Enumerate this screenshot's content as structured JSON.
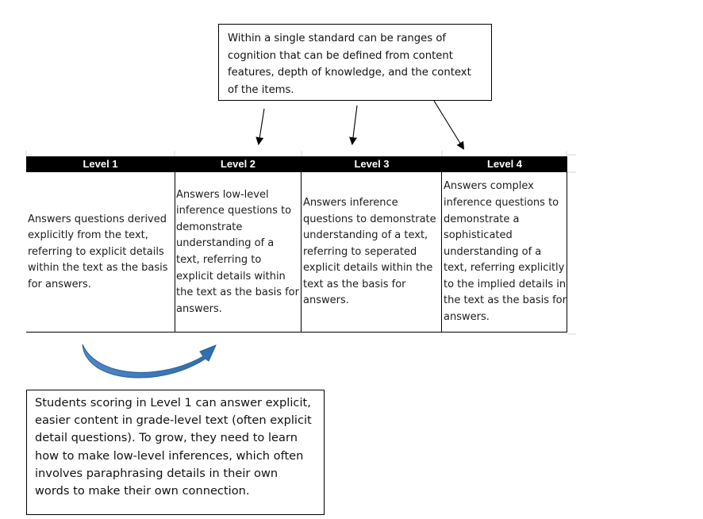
{
  "callouts": {
    "top": "Within a single standard can be ranges of cognition that can be defined from content features, depth of knowledge, and the context of the items.",
    "bottom": "Students scoring in Level 1 can answer explicit, easier content in grade-level text (often explicit detail questions). To grow, they need to learn how to make low-level inferences, which often involves paraphrasing details in their own words to make their own connection."
  },
  "levels": [
    {
      "header": "Level 1",
      "description": "Answers questions derived explicitly from the text, referring to explicit details within the text as the basis for answers."
    },
    {
      "header": "Level 2",
      "description": "Answers low-level inference questions to demonstrate understanding of a text, referring to explicit details within the text as the basis for answers."
    },
    {
      "header": "Level 3",
      "description": "Answers inference questions to demonstrate understanding of a text, referring to seperated explicit details within the text as the basis for answers."
    },
    {
      "header": "Level 4",
      "description": "Answers complex inference questions to demonstrate a sophisticated understanding of a text, referring explicitly to the implied details in the text as the basis for answers."
    }
  ],
  "colors": {
    "header_bg": "#000000",
    "header_text": "#ffffff",
    "curved_arrow": "#2E75B6"
  }
}
